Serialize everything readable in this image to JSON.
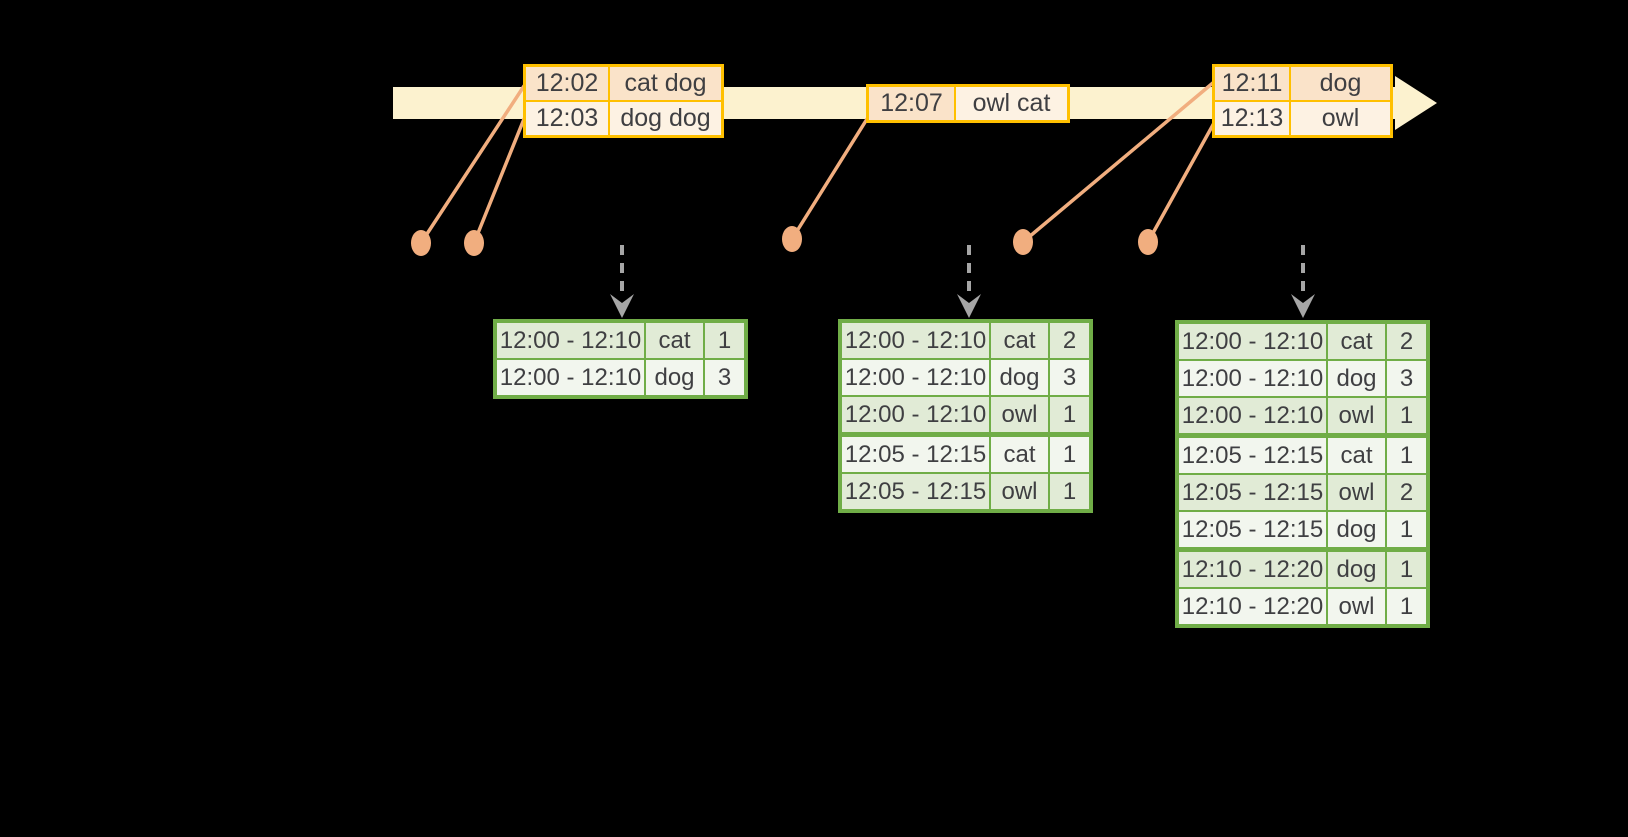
{
  "colors": {
    "background": "#000000",
    "gold": "#FFC000",
    "peach_dark": "#FAE3C9",
    "peach_light": "#FDF2E3",
    "cream": "#FCF2CF",
    "salmon": "#F1AE7F",
    "green": "#70AD47",
    "green_row_dark": "#E1EBD6",
    "green_row_light": "#F2F6EE",
    "arrow_gray": "#A6A6A6",
    "ink": "#3F3F42"
  },
  "event_tables": [
    {
      "rows": [
        {
          "time": "12:02",
          "words": "cat dog"
        },
        {
          "time": "12:03",
          "words": "dog dog"
        }
      ]
    },
    {
      "rows": [
        {
          "time": "12:07",
          "words": "owl cat",
          "shades": {
            "time": "dark",
            "words": "light"
          }
        }
      ]
    },
    {
      "rows": [
        {
          "time": "12:11",
          "words": "dog"
        },
        {
          "time": "12:13",
          "words": "owl"
        }
      ]
    }
  ],
  "result_tables": [
    {
      "rows": [
        {
          "window": "12:00 - 12:10",
          "word": "cat",
          "count": "1"
        },
        {
          "window": "12:00 - 12:10",
          "word": "dog",
          "count": "3"
        }
      ]
    },
    {
      "rows": [
        {
          "window": "12:00 - 12:10",
          "word": "cat",
          "count": "2"
        },
        {
          "window": "12:00 - 12:10",
          "word": "dog",
          "count": "3"
        },
        {
          "window": "12:00 - 12:10",
          "word": "owl",
          "count": "1"
        },
        {
          "window": "12:05 - 12:15",
          "word": "cat",
          "count": "1",
          "group_start": true
        },
        {
          "window": "12:05 - 12:15",
          "word": "owl",
          "count": "1"
        }
      ]
    },
    {
      "rows": [
        {
          "window": "12:00 - 12:10",
          "word": "cat",
          "count": "2"
        },
        {
          "window": "12:00 - 12:10",
          "word": "dog",
          "count": "3"
        },
        {
          "window": "12:00 - 12:10",
          "word": "owl",
          "count": "1"
        },
        {
          "window": "12:05 - 12:15",
          "word": "cat",
          "count": "1",
          "group_start": true
        },
        {
          "window": "12:05 - 12:15",
          "word": "owl",
          "count": "2"
        },
        {
          "window": "12:05 - 12:15",
          "word": "dog",
          "count": "1"
        },
        {
          "window": "12:10 - 12:20",
          "word": "dog",
          "count": "1",
          "group_start": true
        },
        {
          "window": "12:10 - 12:20",
          "word": "owl",
          "count": "1"
        }
      ]
    }
  ]
}
